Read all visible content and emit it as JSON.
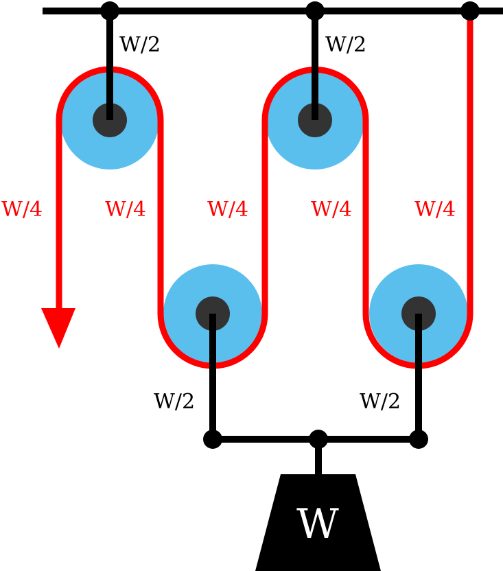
{
  "colors": {
    "rope": "#ff0000",
    "rod": "#000000",
    "pulley": "#5bbfee",
    "hub": "#333333",
    "weight": "#000000"
  },
  "labels": {
    "top_left_tension": "W/2",
    "top_mid_tension": "W/2",
    "rope_segment_1": "W/4",
    "rope_segment_2": "W/4",
    "rope_segment_3": "W/4",
    "rope_segment_4": "W/4",
    "rope_segment_5": "W/4",
    "bottom_left_tension": "W/2",
    "bottom_right_tension": "W/2",
    "weight": "W"
  }
}
